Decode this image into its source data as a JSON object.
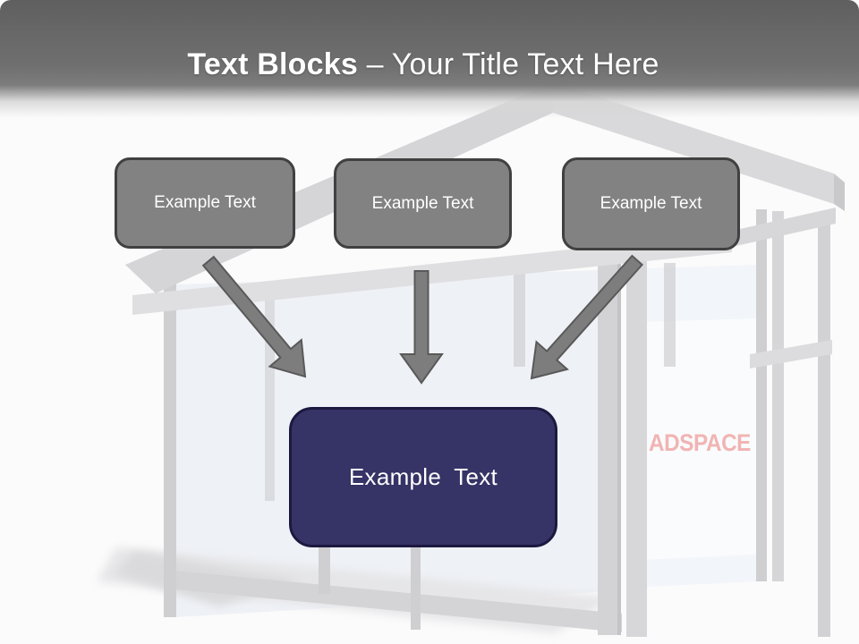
{
  "header": {
    "title_bold": "Text Blocks",
    "title_separator": " – ",
    "title_regular": "Your Title Text Here"
  },
  "blocks": [
    {
      "label": "Example Text"
    },
    {
      "label": "Example Text"
    },
    {
      "label": "Example Text"
    }
  ],
  "center_block": {
    "label": "Example Text"
  },
  "background": {
    "adspace_label": "ADSPACE"
  },
  "colors": {
    "header_gray_top": "#5f5f5f",
    "block_gray_fill": "#828282",
    "block_border": "#404040",
    "arrow_fill": "#7d7d7d",
    "arrow_stroke": "#595959",
    "navy_fill": "#363366",
    "navy_border": "#1c1940",
    "adspace_pink": "#f1b4b4",
    "glass_blue": "#eef1f6",
    "text_white": "#ffffff"
  }
}
